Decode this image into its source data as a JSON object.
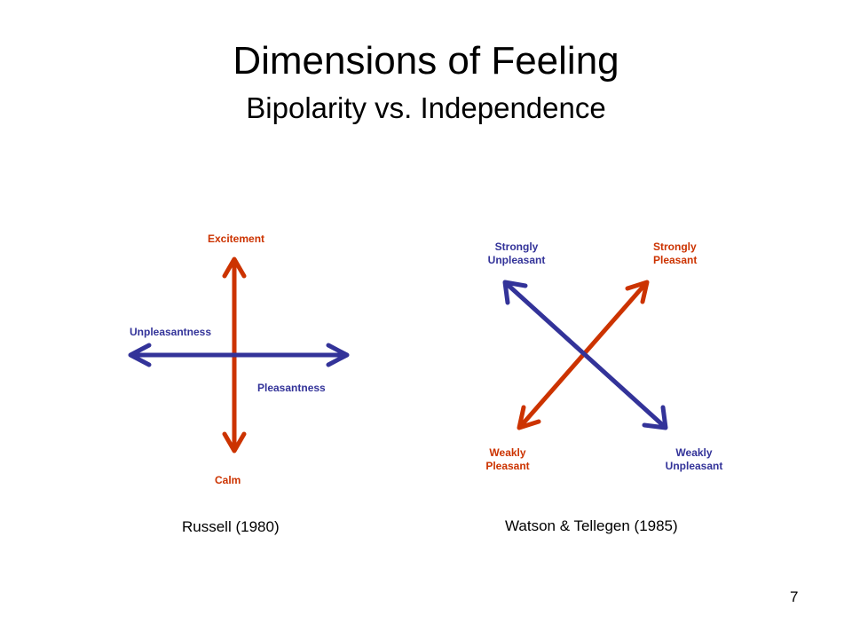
{
  "slide": {
    "title": "Dimensions of Feeling",
    "subtitle": "Bipolarity vs. Independence",
    "page_number": "7"
  },
  "colors": {
    "red": "#cc3300",
    "blue": "#333399"
  },
  "russell": {
    "caption": "Russell (1980)",
    "top": "Excitement",
    "bottom": "Calm",
    "left": "Unpleasantness",
    "right": "Pleasantness"
  },
  "watson": {
    "caption": "Watson & Tellegen (1985)",
    "top_left": [
      "Strongly",
      "Unpleasant"
    ],
    "top_right": [
      "Strongly",
      "Pleasant"
    ],
    "bottom_left": [
      "Weakly",
      "Pleasant"
    ],
    "bottom_right": [
      "Weakly",
      "Unpleasant"
    ]
  }
}
